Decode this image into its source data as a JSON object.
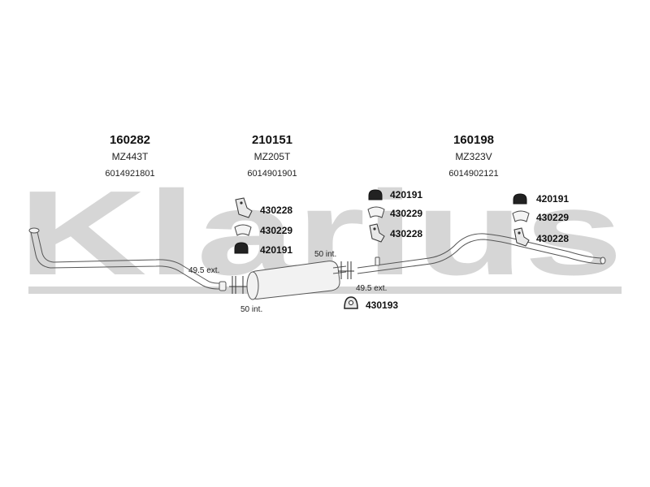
{
  "watermark": {
    "text": "Klarius",
    "color": "#d4d4d4"
  },
  "parts": [
    {
      "number": "160282",
      "code": "MZ443T",
      "ref": "6014921801"
    },
    {
      "number": "210151",
      "code": "MZ205T",
      "ref": "6014901901"
    },
    {
      "number": "160198",
      "code": "MZ323V",
      "ref": "6014902121"
    }
  ],
  "fittings": {
    "left": [
      "430228",
      "430229",
      "420191"
    ],
    "middle": [
      "420191",
      "430229",
      "430228"
    ],
    "right": [
      "420191",
      "430229",
      "430228"
    ],
    "bottom": "430193"
  },
  "dimensions": {
    "ext_left": "49.5 ext.",
    "int_left": "50 int.",
    "int_right": "50 int.",
    "ext_right": "49.5 ext."
  }
}
